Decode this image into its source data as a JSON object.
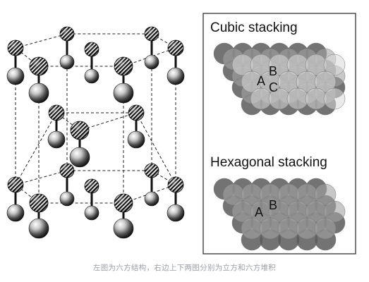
{
  "figure": {
    "panels": [
      {
        "id": "cubic",
        "title": "Cubic stacking",
        "letters": [
          "A",
          "B",
          "C"
        ]
      },
      {
        "id": "hexagonal",
        "title": "Hexagonal stacking",
        "letters": [
          "A",
          "B"
        ]
      }
    ],
    "caption": "左图为六方结构，右边上下两图分别为立方和六方堆积"
  }
}
